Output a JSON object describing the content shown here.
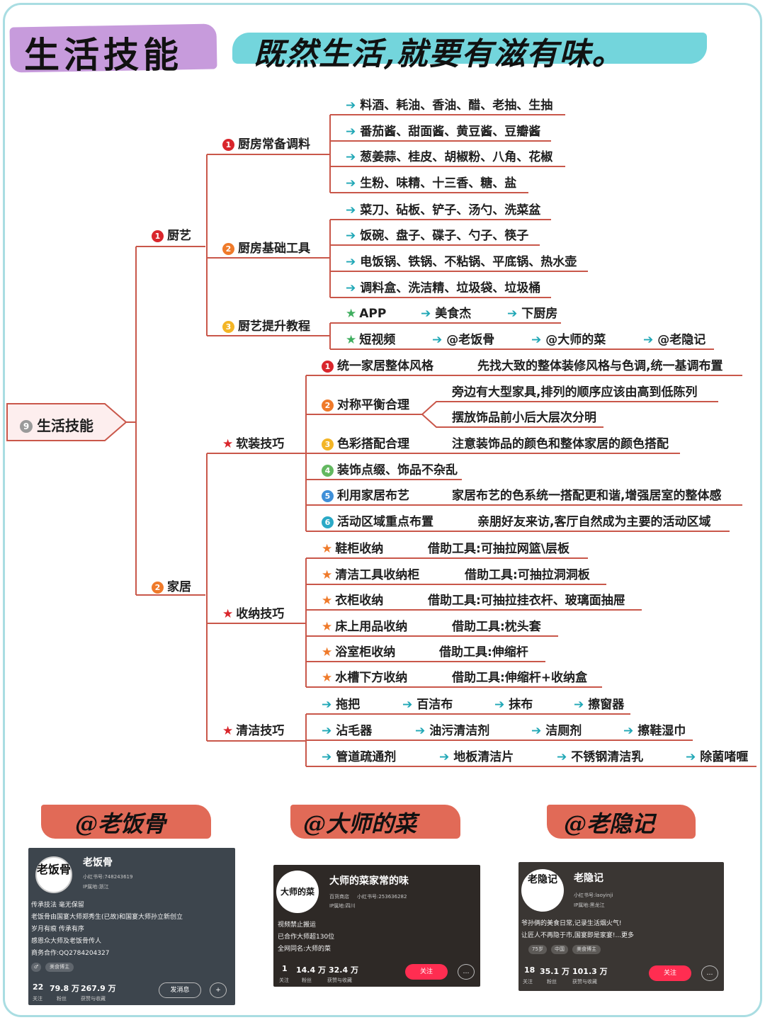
{
  "header": {
    "title": "生活技能",
    "subtitle": "既然生活,就要有滋有味。"
  },
  "root": {
    "num": "9",
    "label": "生活技能"
  },
  "branches": {
    "cooking": {
      "num": "1",
      "label": "厨艺",
      "seasoning": {
        "num": "1",
        "label": "厨房常备调料",
        "items": [
          "料酒、耗油、香油、醋、老抽、生抽",
          "番茄酱、甜面酱、黄豆酱、豆瓣酱",
          "葱姜蒜、桂皮、胡椒粉、八角、花椒",
          "生粉、味精、十三香、糖、盐"
        ]
      },
      "tools": {
        "num": "2",
        "label": "厨房基础工具",
        "items": [
          "菜刀、砧板、铲子、汤勺、洗菜盆",
          "饭碗、盘子、碟子、勺子、筷子",
          "电饭锅、铁锅、不粘锅、平底锅、热水壶",
          "调料盒、洗洁精、垃圾袋、垃圾桶"
        ]
      },
      "tutorial": {
        "num": "3",
        "label": "厨艺提升教程",
        "app": {
          "label": "APP",
          "items": [
            "美食杰",
            "下厨房"
          ]
        },
        "video": {
          "label": "短视频",
          "items": [
            "@老饭骨",
            "@大师的菜",
            "@老隐记"
          ]
        }
      }
    },
    "home": {
      "num": "2",
      "label": "家居",
      "soft": {
        "label": "软装技巧",
        "items": [
          {
            "num": "1",
            "label": "统一家居整体风格",
            "desc": [
              "先找大致的整体装修风格与色调,统一基调布置"
            ]
          },
          {
            "num": "2",
            "label": "对称平衡合理",
            "desc": [
              "旁边有大型家具,排列的顺序应该由高到低陈列",
              "摆放饰品前小后大层次分明"
            ]
          },
          {
            "num": "3",
            "label": "色彩搭配合理",
            "desc": [
              "注意装饰品的颜色和整体家居的颜色搭配"
            ]
          },
          {
            "num": "4",
            "label": "装饰点缀、饰品不杂乱",
            "desc": []
          },
          {
            "num": "5",
            "label": "利用家居布艺",
            "desc": [
              "家居布艺的色系统一搭配更和谐,增强居室的整体感"
            ]
          },
          {
            "num": "6",
            "label": "活动区域重点布置",
            "desc": [
              "亲朋好友来访,客厅自然成为主要的活动区域"
            ]
          }
        ]
      },
      "storage": {
        "label": "收纳技巧",
        "items": [
          {
            "label": "鞋柜收纳",
            "desc": "借助工具:可抽拉网篮\\层板"
          },
          {
            "label": "清洁工具收纳柜",
            "desc": "借助工具:可抽拉洞洞板"
          },
          {
            "label": "衣柜收纳",
            "desc": "借助工具:可抽拉挂衣杆、玻璃面抽屉"
          },
          {
            "label": "床上用品收纳",
            "desc": "借助工具:枕头套"
          },
          {
            "label": "浴室柜收纳",
            "desc": "借助工具:伸缩杆"
          },
          {
            "label": "水槽下方收纳",
            "desc": "借助工具:伸缩杆+收纳盒"
          }
        ]
      },
      "cleaning": {
        "label": "清洁技巧",
        "rows": [
          [
            "拖把",
            "百洁布",
            "抹布",
            "擦窗器"
          ],
          [
            "沾毛器",
            "油污清洁剂",
            "洁厕剂",
            "擦鞋湿巾"
          ],
          [
            "管道疏通剂",
            "地板清洁片",
            "不锈钢清洁乳",
            "除菌啫喱"
          ]
        ]
      }
    }
  },
  "accounts": [
    {
      "banner": "@老饭骨",
      "avatar": "老饭骨",
      "name": "老饭骨",
      "id": "小红书号:748243619",
      "ip": "IP属地:浙江",
      "bio": [
        "传承技法 毫无保留",
        "老饭骨由国宴大师郑秀生(已故)和国宴大师孙立新创立",
        "岁月有痕 传承有序",
        "感恩众大师及老饭骨传人",
        "商务合作:QQ2784204327"
      ],
      "tags": [
        "美食博主"
      ],
      "stats": [
        {
          "value": "22",
          "label": "关注"
        },
        {
          "value": "79.8 万",
          "label": "粉丝"
        },
        {
          "value": "267.9 万",
          "label": "获赞与收藏"
        }
      ],
      "button": "发消息"
    },
    {
      "banner": "@大师的菜",
      "avatar": "大师的菜",
      "name": "大师的菜家常的味",
      "id": "小红书号:253636282",
      "ip": "IP属地:四川",
      "shop": "百货商店",
      "bio": [
        "视频禁止搬运",
        "已合作大师超130位",
        "全网同名:大师的菜"
      ],
      "tags": [],
      "stats": [
        {
          "value": "1",
          "label": "关注"
        },
        {
          "value": "14.4 万",
          "label": "粉丝"
        },
        {
          "value": "32.4 万",
          "label": "获赞与收藏"
        }
      ],
      "button": "关注"
    },
    {
      "banner": "@老隐记",
      "avatar": "老隐记",
      "name": "老隐记",
      "id": "小红书号:laoyinji",
      "ip": "IP属地:黑龙江",
      "bio": [
        "爷孙俩的美食日常,记录生活烟火气!",
        "让匠人不再隐于市,国宴即是家宴!...更多"
      ],
      "tags": [
        "75岁",
        "中国",
        "美食博主"
      ],
      "stats": [
        {
          "value": "18",
          "label": "关注"
        },
        {
          "value": "35.1 万",
          "label": "粉丝"
        },
        {
          "value": "101.3 万",
          "label": "获赞与收藏"
        }
      ],
      "button": "关注"
    }
  ],
  "colors": {
    "line": "#c9574a",
    "arrow": "#1fa7b6",
    "frame": "#a9dde2",
    "title_bg": "#c79bdc",
    "subtitle_bg": "#73d5dc",
    "banner_bg": "#e16a57"
  }
}
